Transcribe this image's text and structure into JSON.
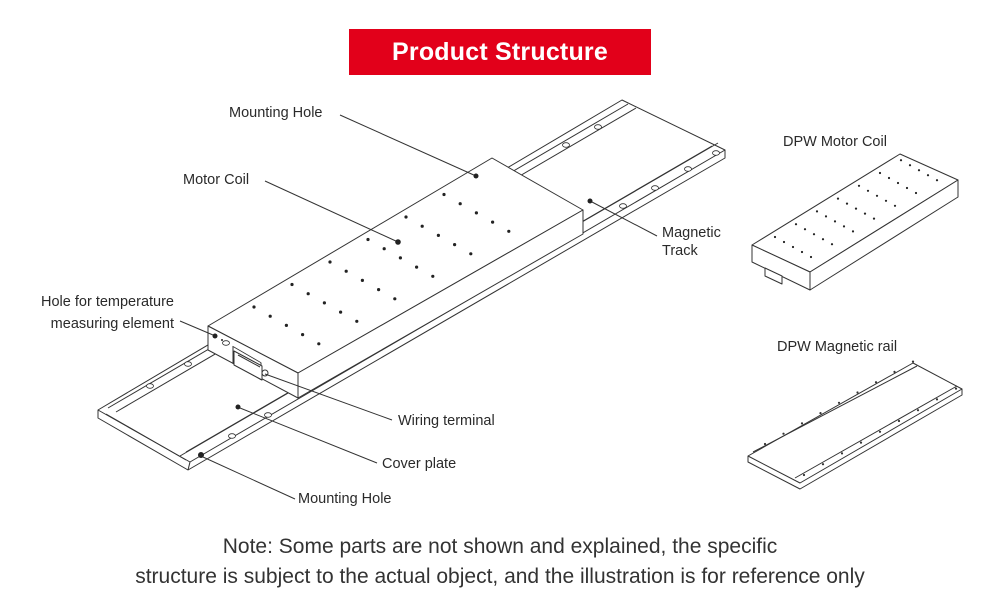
{
  "title": "Product Structure",
  "colors": {
    "banner": "#e2001a",
    "banner_text": "#ffffff",
    "line_art": "#333333"
  },
  "labels": {
    "mounting_hole_top": "Mounting Hole",
    "motor_coil": "Motor Coil",
    "hole_temp_line1": "Hole for temperature",
    "hole_temp_line2": "measuring element",
    "magnetic_track_line1": "Magnetic",
    "magnetic_track_line2": "Track",
    "wiring_terminal": "Wiring terminal",
    "cover_plate": "Cover plate",
    "mounting_hole_bottom": "Mounting Hole"
  },
  "side_views": {
    "motor_coil": "DPW Motor Coil",
    "magnetic_rail": "DPW Magnetic rail"
  },
  "note": {
    "line1": "Note: Some parts are not shown and explained, the specific",
    "line2": "structure is subject to the actual object, and the illustration is for reference only"
  }
}
